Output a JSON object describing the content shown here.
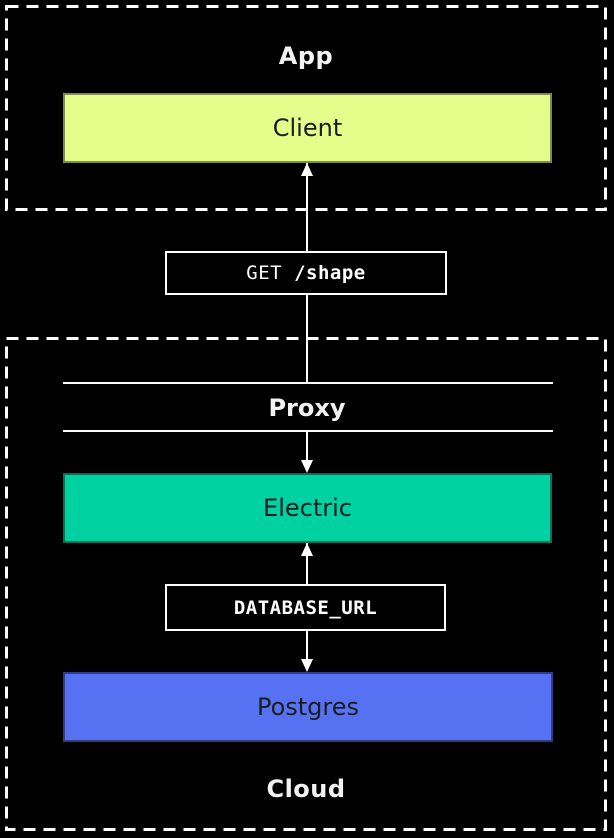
{
  "colors": {
    "background": "#000000",
    "line": "#ffffff",
    "client_fill": "#E5FD8B",
    "electric_fill": "#00D1A2",
    "postgres_fill": "#5671F1",
    "node_text": "#1A1D20",
    "zone_text": "#F2F2F2"
  },
  "zones": {
    "app": {
      "label": "App"
    },
    "cloud": {
      "label": "Cloud"
    }
  },
  "nodes": {
    "client": {
      "label": "Client"
    },
    "proxy": {
      "label": "Proxy"
    },
    "electric": {
      "label": "Electric"
    },
    "postgres": {
      "label": "Postgres"
    }
  },
  "edges": {
    "client_electric": {
      "method": "GET",
      "path": "/shape"
    },
    "electric_postgres": {
      "label": "DATABASE_URL"
    }
  }
}
